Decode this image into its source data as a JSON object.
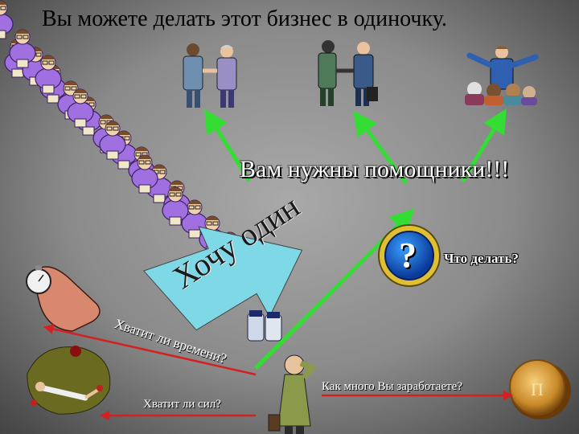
{
  "title": "Вы можете делать этот бизнес в одиночку.",
  "helpers_text": "Вам нужны помощники!!!",
  "what_to_do": "Что делать?",
  "want_one": "Хочу один",
  "enough_time": "Хватит ли времени?",
  "how_much": "Как много Вы заработаете?",
  "enough_strength": "Хватит ли сил?",
  "question_mark": "?",
  "colors": {
    "arrow_green": "#33dd33",
    "big_arrow": "#7fd8e6",
    "red_arrow": "#d42020",
    "shirt_purple": "#a070e0"
  },
  "icons": [
    "businessmen-handshake-icon",
    "team-handshake-icon",
    "presenter-audience-icon",
    "worker-column-icon",
    "question-button-icon",
    "stopwatch-hand-icon",
    "exhausted-runner-icon",
    "thinking-man-icon",
    "gold-coin-icon",
    "pill-bottles-icon"
  ]
}
